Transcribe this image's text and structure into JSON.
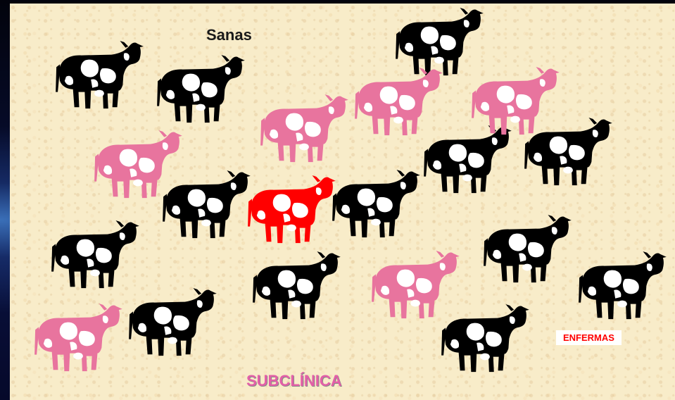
{
  "slide": {
    "title": "Sanas",
    "subtitle": "SUBCLÍNICA",
    "sick_label": "ENFERMAS"
  },
  "colors": {
    "healthy": "#000000",
    "subclinical": "#e8749e",
    "sick": "#ff0000",
    "title_text": "#1a1a1a",
    "subtitle_text": "#e35fa8",
    "sick_text": "#ff0000",
    "panel": "#f8ecc9"
  },
  "legend": {
    "healthy_state": "healthy",
    "subclinical_state": "subclinical",
    "sick_state": "sick"
  }
}
